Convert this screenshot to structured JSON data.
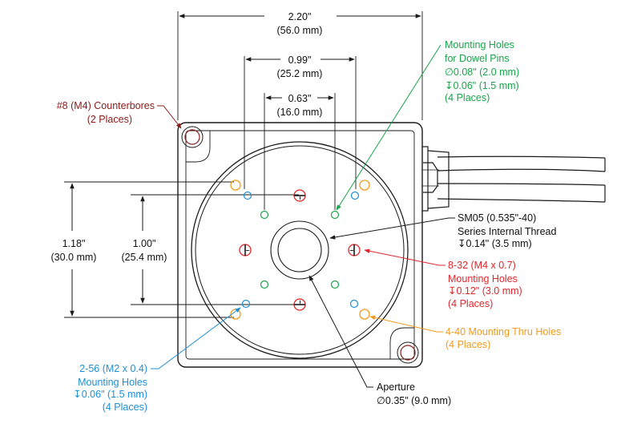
{
  "colors": {
    "line": "#1a1a1a",
    "maroon": "#8b1a1a",
    "green": "#1aa34a",
    "red": "#e0262b",
    "orange": "#f39a1c",
    "blue": "#1f8fd6",
    "body_fill": "#ffffff"
  },
  "dimensions": {
    "width_220": [
      "2.20\"",
      "(56.0 mm)"
    ],
    "width_099": [
      "0.99\"",
      "(25.2 mm)"
    ],
    "width_063": [
      "0.63\"",
      "(16.0 mm)"
    ],
    "height_118": [
      "1.18\"",
      "(30.0 mm)"
    ],
    "height_100": [
      "1.00\"",
      "(25.4 mm)"
    ]
  },
  "callouts": {
    "counterbores": [
      "#8 (M4) Counterbores",
      "(2 Places)"
    ],
    "dowel_holes": [
      "Mounting Holes",
      "for Dowel Pins",
      "∅0.08\" (2.0 mm)",
      "↧0.06\" (1.5 mm)",
      "(4 Places)"
    ],
    "sm05_thread": [
      "SM05 (0.535\"-40)",
      "Series Internal Thread",
      "↧0.14\" (3.5 mm)"
    ],
    "m4_holes": [
      "8-32 (M4 x 0.7)",
      "Mounting Holes",
      "↧0.12\" (3.0 mm)",
      "(4 Places)"
    ],
    "thru_holes": [
      "4-40 Mounting Thru Holes",
      "(4 Places)"
    ],
    "m2_holes": [
      "2-56 (M2 x 0.4)",
      "Mounting Holes",
      "↧0.06\" (1.5 mm)",
      "(4 Places)"
    ],
    "aperture": [
      "Aperture",
      "∅0.35\" (9.0 mm)"
    ]
  }
}
